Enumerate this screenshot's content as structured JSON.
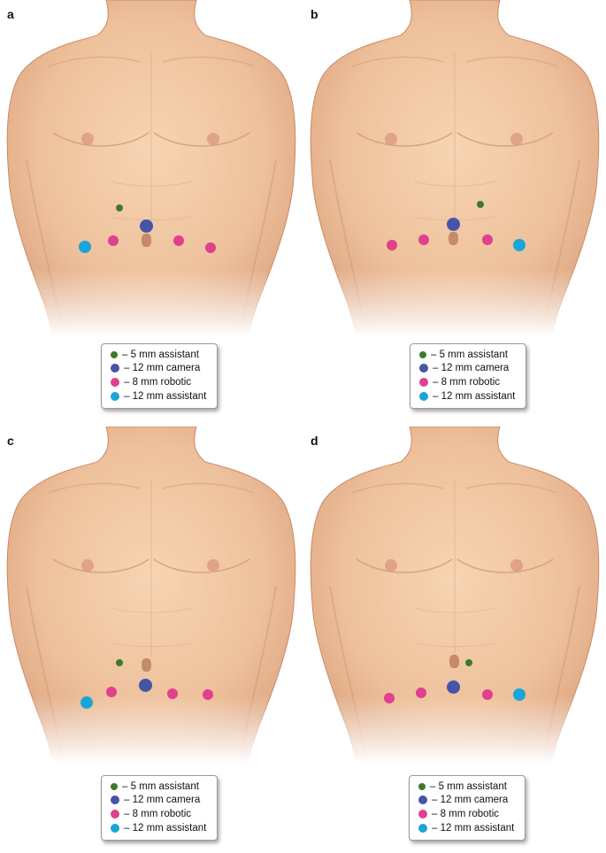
{
  "colors": {
    "assistant_5mm": "#3f7a2c",
    "camera_12mm": "#4455a8",
    "robotic_8mm": "#e0408c",
    "assistant_12mm": "#1ba5d6",
    "skin": "#f1c6a1"
  },
  "panels": [
    {
      "letter": "a",
      "legend": [
        "– 5 mm assistant",
        "– 12 mm camera",
        "– 8 mm robotic",
        "– 12 mm assistant"
      ]
    },
    {
      "letter": "b",
      "legend": [
        "– 5 mm assistant",
        "– 12 mm camera",
        "– 8 mm robotic",
        "– 12 mm assistant"
      ]
    },
    {
      "letter": "c",
      "legend": [
        "– 5 mm assistant",
        "– 12 mm camera",
        "– 8 mm robotic",
        "– 12 mm assistant"
      ]
    },
    {
      "letter": "d",
      "legend": [
        "– 5 mm assistant",
        "– 12 mm camera",
        "– 8 mm robotic",
        "– 12 mm assistant"
      ]
    }
  ]
}
